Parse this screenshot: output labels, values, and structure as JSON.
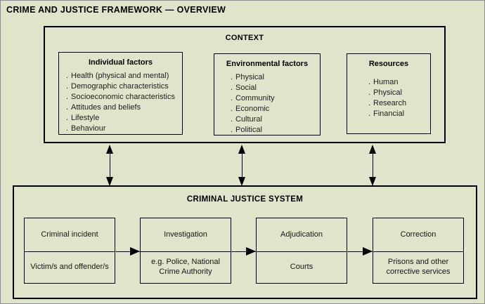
{
  "page": {
    "title": "CRIME AND JUSTICE FRAMEWORK — OVERVIEW",
    "bullet": ".",
    "colors": {
      "background": "#dee5cb",
      "line": "#000000"
    }
  },
  "context": {
    "title": "CONTEXT",
    "groups": [
      {
        "title": "Individual factors",
        "items": [
          "Health (physical and mental)",
          "Demographic characteristics",
          "Socioeconomic characteristics",
          "Attitudes and beliefs",
          "Lifestyle",
          "Behaviour"
        ]
      },
      {
        "title": "Environmental factors",
        "items": [
          "Physical",
          "Social",
          "Community",
          "Economic",
          "Cultural",
          "Political"
        ]
      },
      {
        "title": "Resources",
        "items": [
          "Human",
          "Physical",
          "Research",
          "Financial"
        ]
      }
    ]
  },
  "criminal_justice_system": {
    "title": "CRIMINAL JUSTICE SYSTEM",
    "stages": [
      {
        "label": "Criminal incident",
        "detail": "Victim/s and offender/s"
      },
      {
        "label": "Investigation",
        "detail": "e.g. Police, National Crime Authority"
      },
      {
        "label": "Adjudication",
        "detail": "Courts"
      },
      {
        "label": "Correction",
        "detail": "Prisons and other corrective services"
      }
    ]
  }
}
